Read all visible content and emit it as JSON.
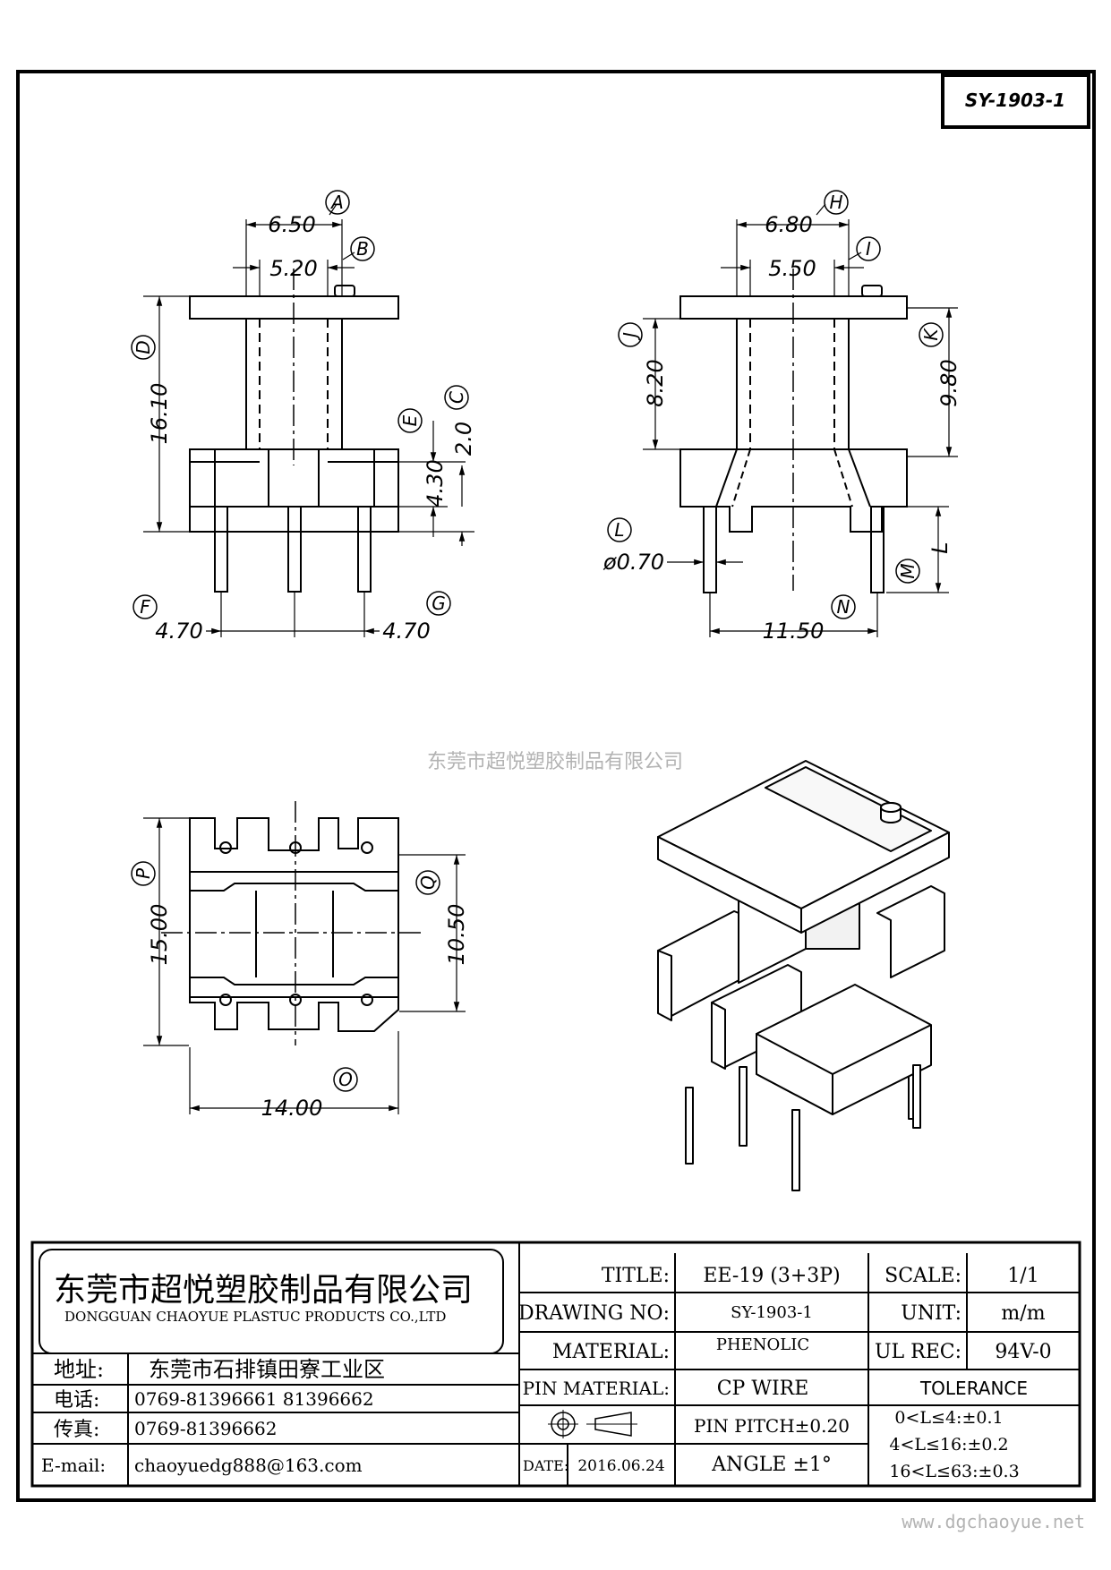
{
  "drawing_code": "SY-1903-1",
  "watermark": "东莞市超悦塑胶制品有限公司",
  "website": "www.dgchaoyue.net",
  "dimension_labels": {
    "A": "A",
    "B": "B",
    "C": "C",
    "D": "D",
    "E": "E",
    "F": "F",
    "G": "G",
    "H": "H",
    "I": "I",
    "J": "J",
    "K": "K",
    "L": "L",
    "M": "M",
    "N": "N",
    "O": "O",
    "P": "P",
    "Q": "Q"
  },
  "dimensions": {
    "front_outer": "6.50",
    "front_inner": "5.20",
    "front_height": "16.10",
    "front_base": "4.30",
    "front_flange": "2.0",
    "pitch_left": "4.70",
    "pitch_right": "4.70",
    "side_outer": "6.80",
    "side_inner": "5.50",
    "side_h1": "8.20",
    "side_h2": "9.80",
    "pin_dia": "ø0.70",
    "pin_len": "L",
    "row_span": "11.50",
    "bottom_depth": "15.00",
    "bottom_window": "10.50",
    "bottom_width": "14.00"
  },
  "title_block": {
    "company_cn": "东莞市超悦塑胶制品有限公司",
    "company_en": "DONGGUAN CHAOYUE PLASTUC PRODUCTS CO.,LTD",
    "address_label": "地址:",
    "address": "东莞市石排镇田寮工业区",
    "phone_label": "电话:",
    "phone": "0769-81396661  81396662",
    "fax_label": "传真:",
    "fax": "0769-81396662",
    "email_label": "E-mail:",
    "email": "chaoyuedg888@163.com",
    "title_label": "TITLE:",
    "title_value": "EE-19 (3+3P)",
    "scale_label": "SCALE:",
    "scale_value": "1/1",
    "drawing_no_label": "DRAWING NO:",
    "drawing_no_value": "SY-1903-1",
    "unit_label": "UNIT:",
    "unit_value": "m/m",
    "material_label": "MATERIAL:",
    "material_value": "PHENOLIC",
    "ul_label": "UL REC:",
    "ul_value": "94V-0",
    "pin_material_label": "PIN MATERIAL:",
    "pin_material_value": "CP WIRE",
    "tolerance_label": "TOLERANCE",
    "pin_pitch": "PIN PITCH±0.20",
    "tol_1": "0<L≤4:±0.1",
    "tol_2": "4<L≤16:±0.2",
    "tol_3": "16<L≤63:±0.3",
    "date_label": "DATE:",
    "date_value": "2016.06.24",
    "angle": "ANGLE  ±1°"
  }
}
